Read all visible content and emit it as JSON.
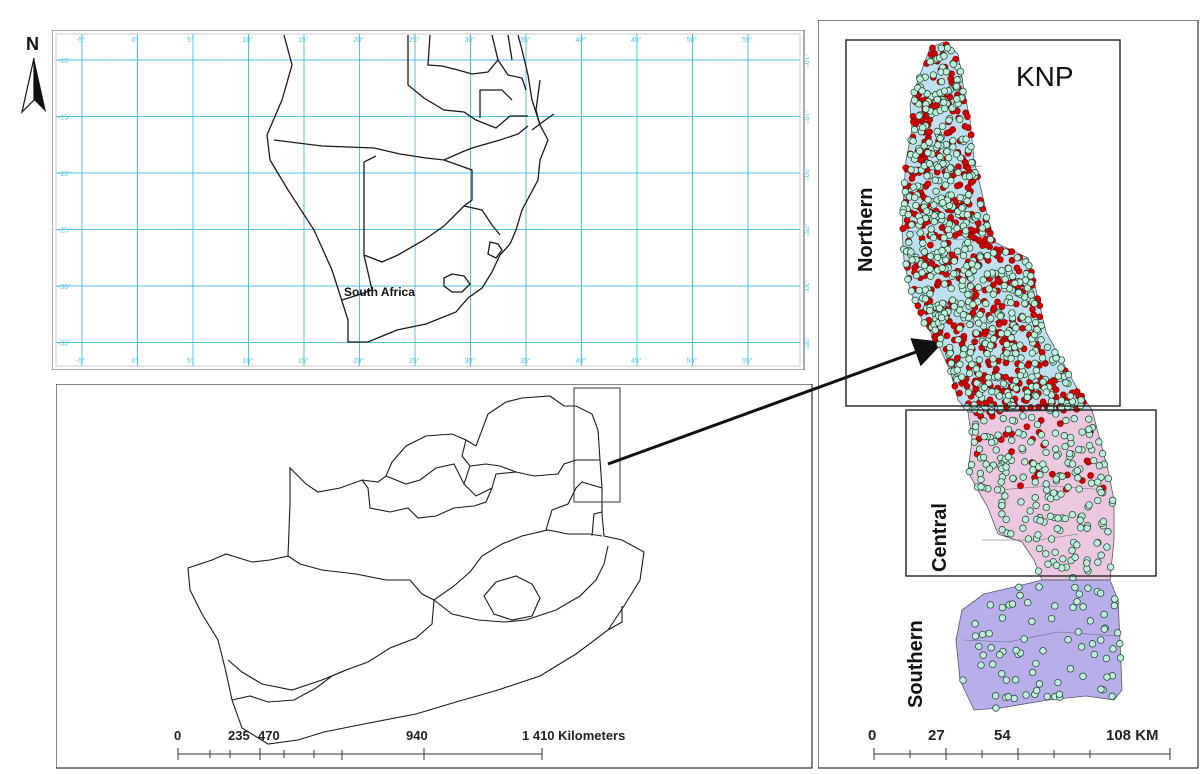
{
  "north_arrow": {
    "label": "N"
  },
  "overview_map": {
    "longitude_labels": [
      "-5°",
      "0°",
      "5°",
      "10°",
      "15°",
      "20°",
      "25°",
      "30°",
      "35°",
      "40°",
      "45°",
      "50°",
      "55°"
    ],
    "latitude_labels": [
      "-10°",
      "-15°",
      "-20°",
      "-25°",
      "-30°",
      "-35°"
    ],
    "country_label": "South Africa"
  },
  "south_africa_map": {
    "scale_bar": {
      "ticks": [
        "0",
        "235",
        "470",
        "940",
        "1 410 Kilometers"
      ]
    }
  },
  "knp_map": {
    "title": "KNP",
    "regions": [
      {
        "name": "Northern",
        "color": "#bfe0f0"
      },
      {
        "name": "Central",
        "color": "#ecc8e0"
      },
      {
        "name": "Southern",
        "color": "#b7aeea"
      }
    ],
    "point_colors": {
      "red_points": "#d40000",
      "green_points": "#bff0dc"
    },
    "scale_bar": {
      "ticks": [
        "0",
        "27",
        "54",
        "108 KM"
      ]
    }
  },
  "colors": {
    "grid": "#4fc3e8",
    "outline": "#1a1a1a"
  }
}
